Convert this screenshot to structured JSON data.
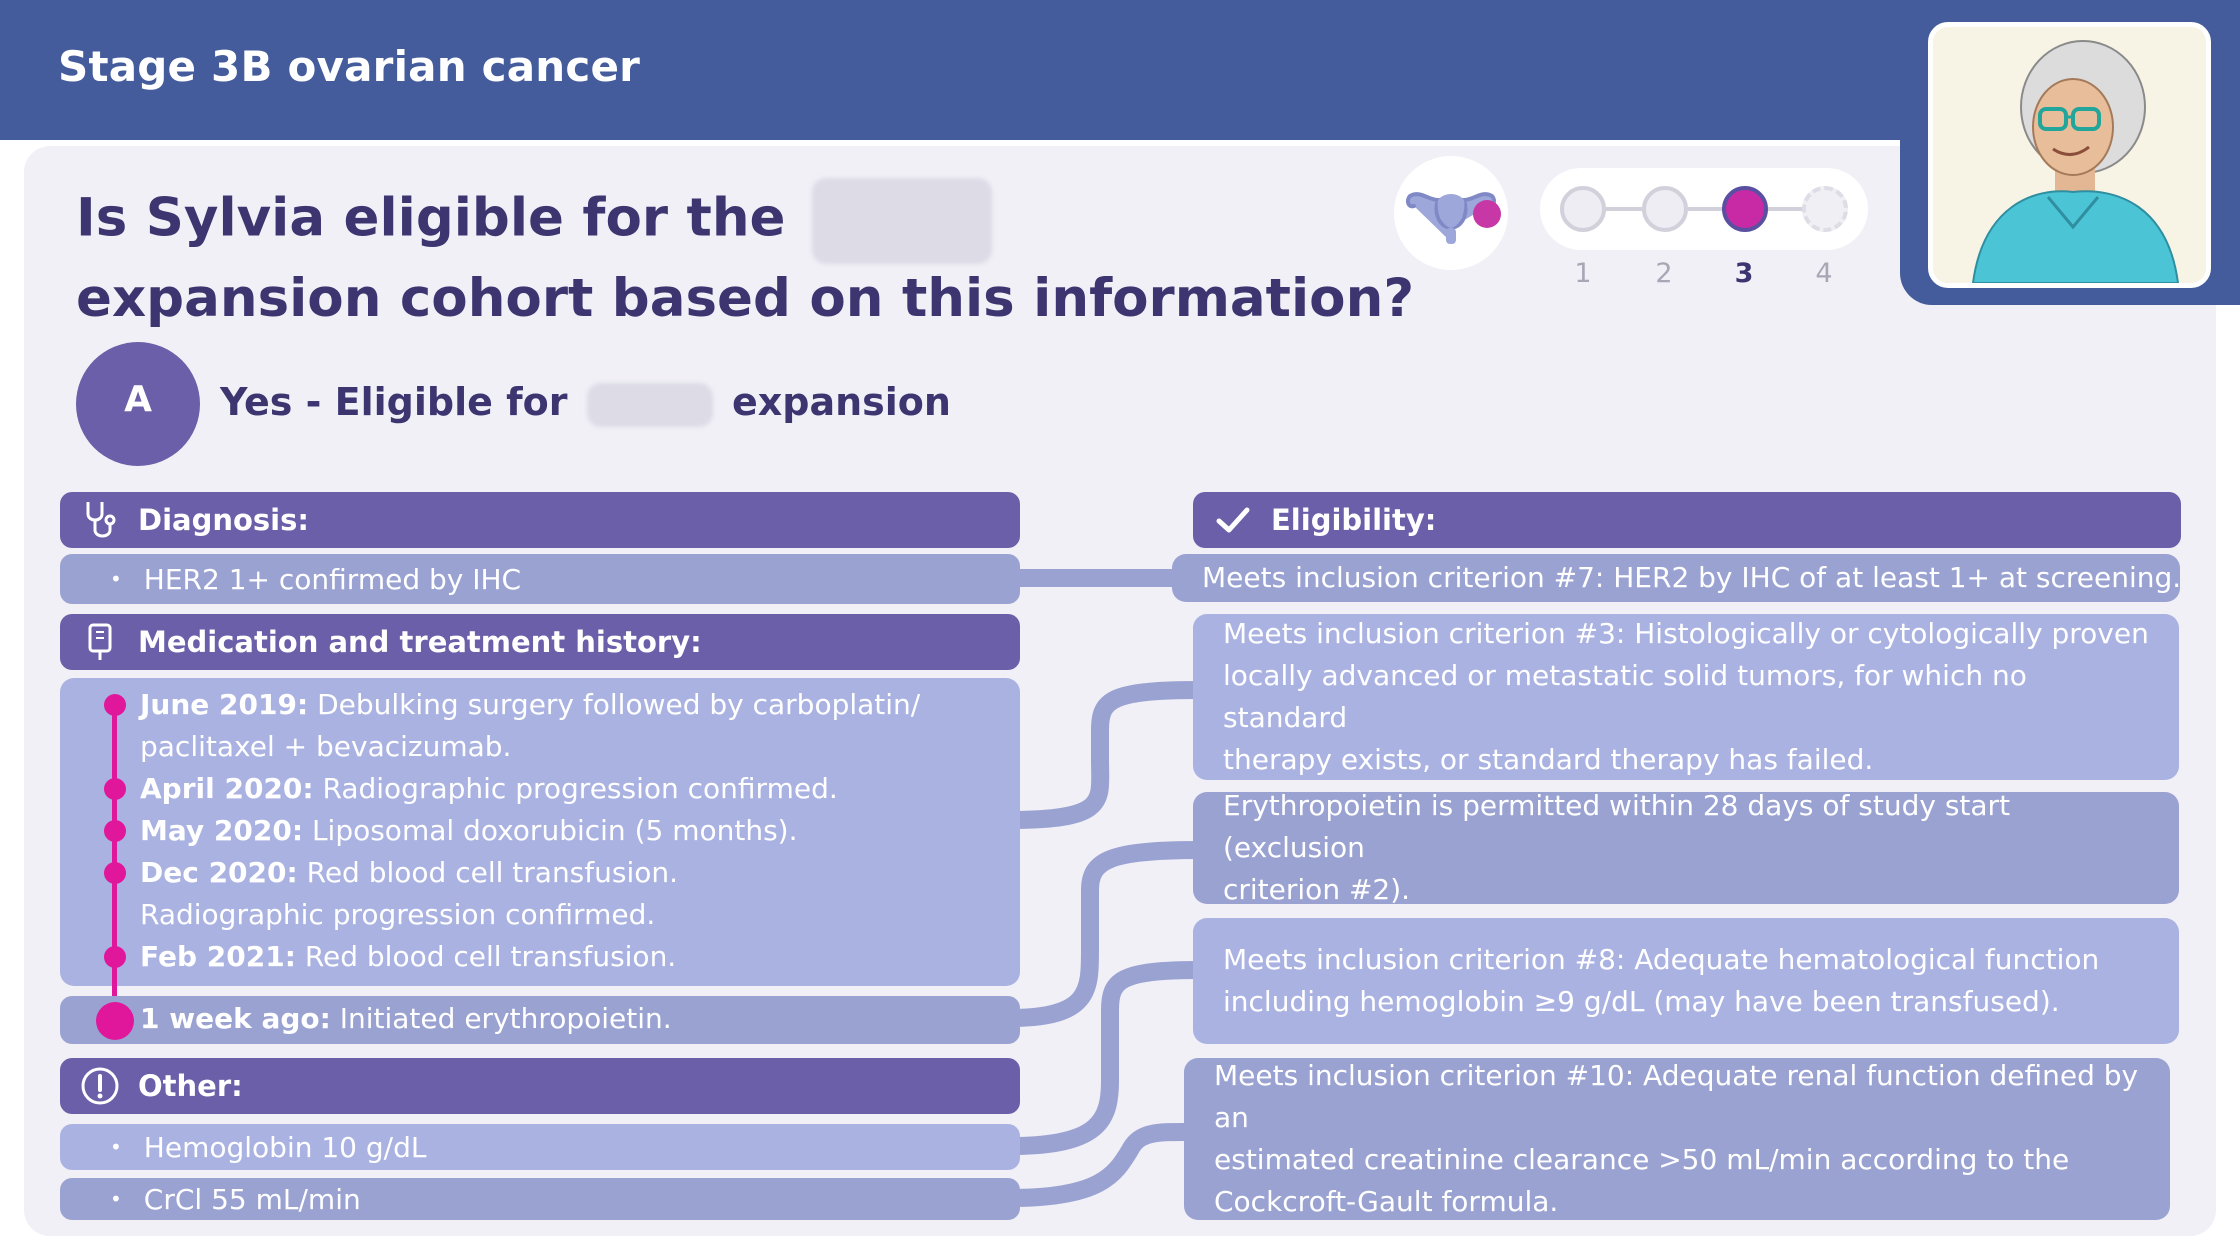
{
  "header": {
    "title": "Stage 3B ovarian cancer"
  },
  "question": {
    "line1": "Is Sylvia eligible for the",
    "line2": "expansion cohort based on this information?"
  },
  "progress": {
    "steps": [
      "1",
      "2",
      "3",
      "4"
    ],
    "current_step": 3
  },
  "answer": {
    "letter": "A",
    "prefix": "Yes - Eligible for",
    "suffix": "expansion"
  },
  "left": {
    "diagnosis": {
      "heading": "Diagnosis:",
      "items": [
        "HER2 1+ confirmed by IHC"
      ]
    },
    "medication": {
      "heading": "Medication and treatment history:",
      "timeline": [
        {
          "date": "June 2019:",
          "text": "Debulking surgery followed by carboplatin/"
        },
        {
          "date": "",
          "text": "paclitaxel + bevacizumab."
        },
        {
          "date": "April 2020:",
          "text": "Radiographic progression confirmed."
        },
        {
          "date": "May 2020:",
          "text": "Liposomal doxorubicin (5 months)."
        },
        {
          "date": "Dec 2020:",
          "text": "Red blood cell transfusion."
        },
        {
          "date": "",
          "text": "Radiographic progression confirmed."
        },
        {
          "date": "Feb 2021:",
          "text": "Red blood cell transfusion."
        }
      ],
      "recent": {
        "date": "1 week ago:",
        "text": "Initiated erythropoietin."
      }
    },
    "other": {
      "heading": "Other:",
      "items": [
        "Hemoglobin 10 g/dL",
        "CrCl 55 mL/min"
      ]
    }
  },
  "right": {
    "heading": "Eligibility:",
    "items": [
      "Meets inclusion criterion #7: HER2 by IHC of at least 1+ at screening.",
      "Meets inclusion criterion #3: Histologically or cytologically proven\nlocally advanced or metastatic solid tumors, for which no standard\ntherapy exists, or standard therapy has failed.",
      "Erythropoietin is permitted within 28 days of study start (exclusion\ncriterion #2).",
      "Meets inclusion criterion #8: Adequate hematological function\nincluding hemoglobin ≥9 g/dL (may have been transfused).",
      "Meets inclusion criterion #10: Adequate renal function defined by an\nestimated creatinine clearance >50 mL/min according to the\nCockcroft-Gault formula."
    ]
  },
  "colors": {
    "banner": "#445c9c",
    "header_purple": "#6a5fa8",
    "row_lavender": "#aab2e2",
    "row_mid": "#9aa2d2",
    "timeline_magenta": "#e0179b",
    "title_text": "#3c3570"
  }
}
